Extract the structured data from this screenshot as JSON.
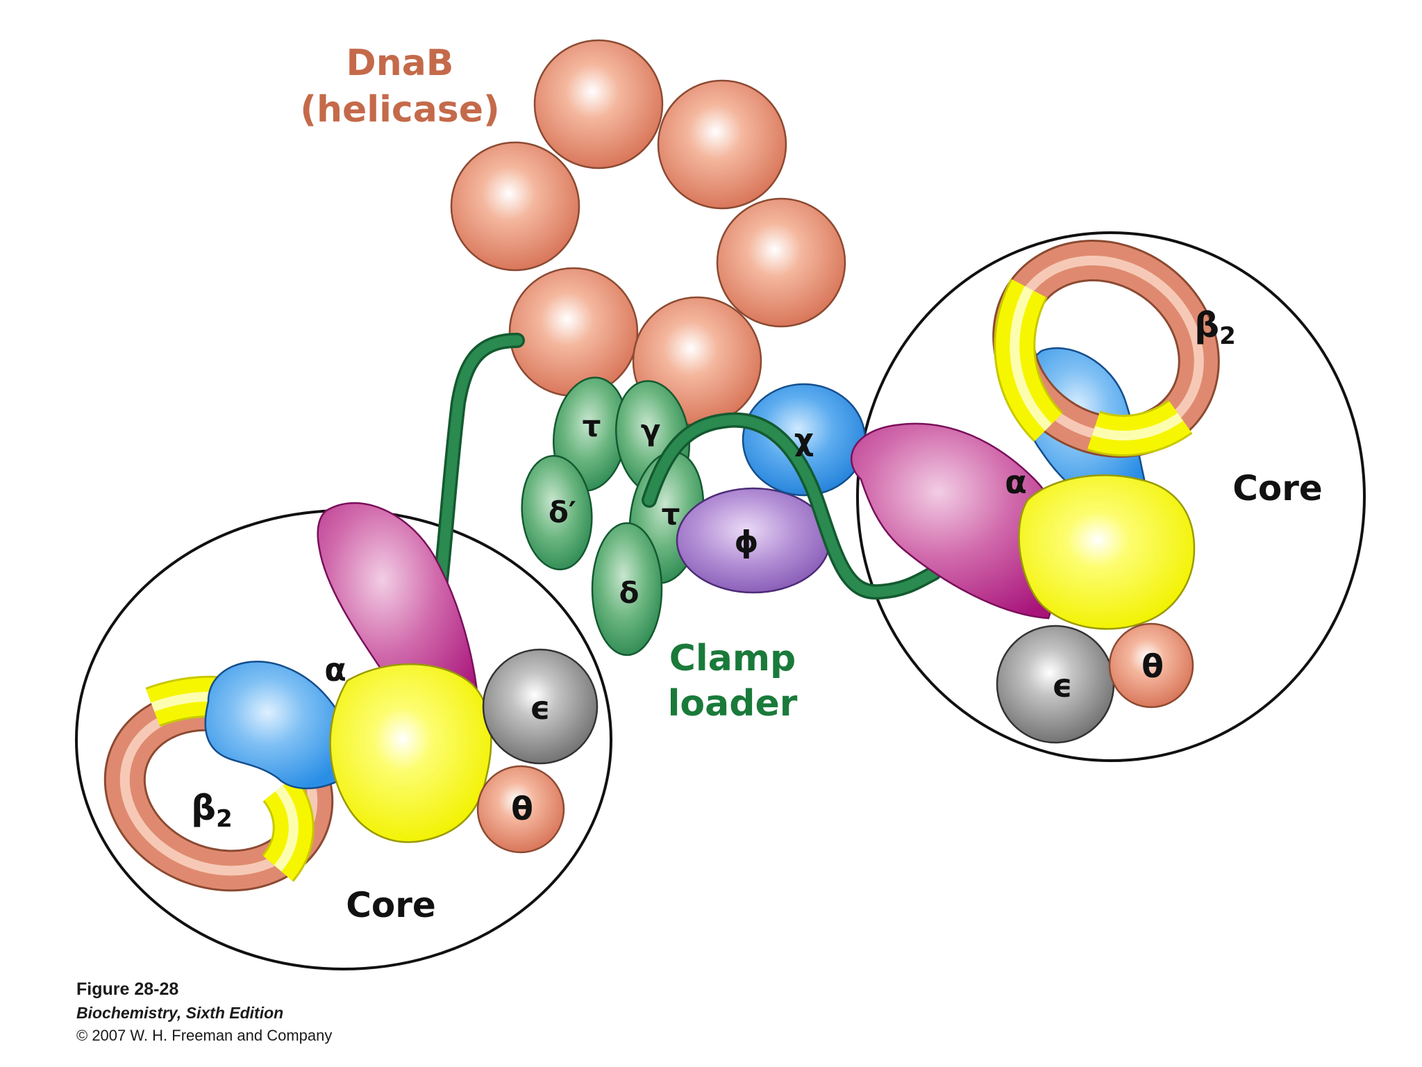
{
  "labels": {
    "dnab_line1": "DnaB",
    "dnab_line2": "(helicase)",
    "clamp_line1": "Clamp",
    "clamp_line2": "loader",
    "core": "Core",
    "alpha": "α",
    "epsilon": "ϵ",
    "theta": "θ",
    "beta": "β",
    "beta_sub": "2",
    "tau": "τ",
    "gamma": "γ",
    "delta_prime": "δ′",
    "delta": "δ",
    "chi": "χ",
    "phi": "ϕ"
  },
  "caption": {
    "figure": "Figure 28-28",
    "book": "Biochemistry, Sixth Edition",
    "copyright": "© 2007 W. H. Freeman and Company"
  },
  "colors": {
    "helicase": "#e0866a",
    "clamp_loader": "#2a8a50",
    "alpha": "#b83a8a",
    "core_yellow": "#f6f600",
    "blue": "#3a9ae8",
    "epsilon": "#808080",
    "theta": "#e0866a",
    "chi": "#2a8ae0",
    "phi": "#9a6ac0",
    "label_orange": "#c46a4a",
    "label_green": "#1a7a3a"
  }
}
